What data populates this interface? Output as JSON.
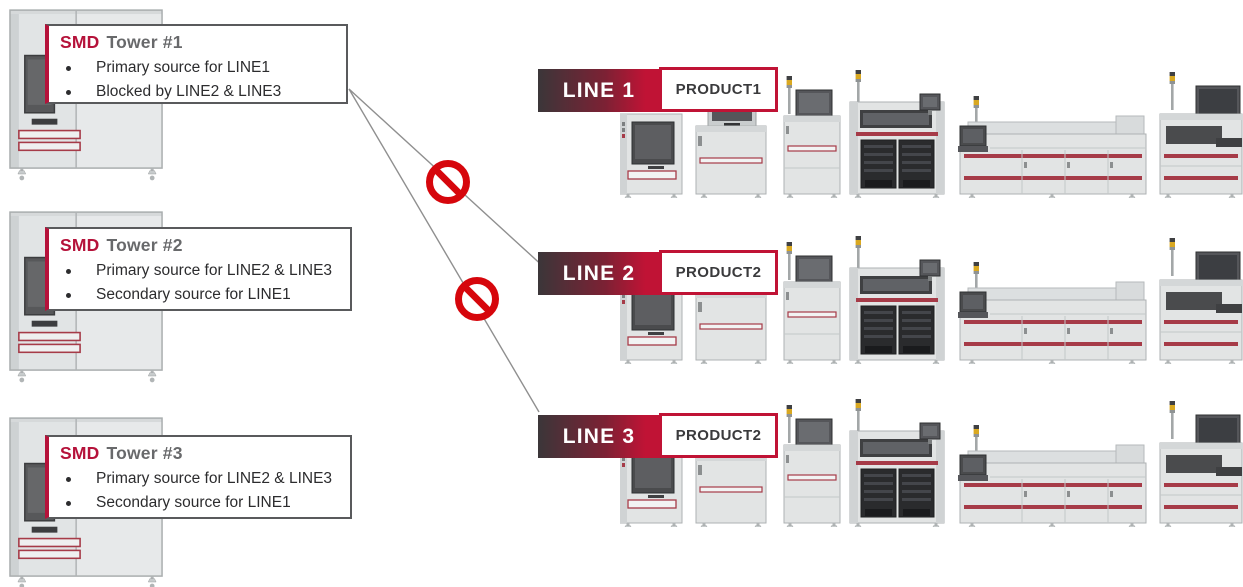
{
  "towers": [
    {
      "brand": "SMD",
      "name": "Tower #1",
      "bullets": [
        "Primary source for LINE1",
        "Blocked by LINE2 & LINE3"
      ]
    },
    {
      "brand": "SMD",
      "name": "Tower #2",
      "bullets": [
        "Primary source for LINE2 & LINE3",
        "Secondary source for LINE1"
      ]
    },
    {
      "brand": "SMD",
      "name": "Tower #3",
      "bullets": [
        "Primary source for LINE2 & LINE3",
        "Secondary source for LINE1"
      ]
    }
  ],
  "lines": [
    {
      "label": "LINE 1",
      "product": "PRODUCT1"
    },
    {
      "label": "LINE 2",
      "product": "PRODUCT2"
    },
    {
      "label": "LINE 3",
      "product": "PRODUCT2"
    }
  ],
  "connections": [
    {
      "from": "SMD Tower #1",
      "to": "LINE 2",
      "status": "blocked"
    },
    {
      "from": "SMD Tower #1",
      "to": "LINE 3",
      "status": "blocked"
    }
  ],
  "colors": {
    "accent_red": "#b5123a",
    "banner_red": "#c01335",
    "banner_dark": "#3b3639",
    "box_border_gray": "#595a5c",
    "prohibition_red": "#d6060c",
    "machine_stripe_red": "#a63b48",
    "machine_body_gray": "#e2e4e4",
    "text_dark": "#2c2c2e",
    "tower_name_gray": "#68696b"
  }
}
